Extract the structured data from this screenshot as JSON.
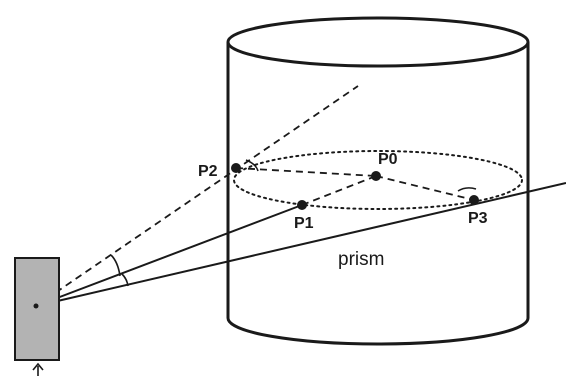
{
  "labels": {
    "prism": "prism",
    "points": {
      "p0": "P0",
      "p1": "P1",
      "p2": "P2",
      "p3": "P3"
    }
  },
  "colors": {
    "line": "#1a1a1a",
    "instrument_fill": "#b3b3b3",
    "background": "#ffffff"
  }
}
